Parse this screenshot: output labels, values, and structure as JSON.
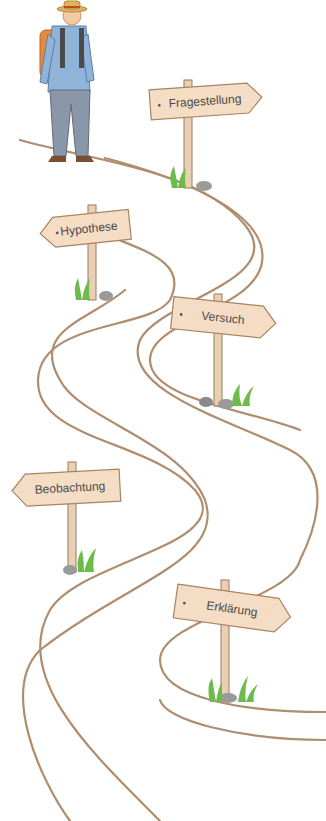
{
  "diagram": {
    "nodes": [
      {
        "text": [
          "Fragestellung"
        ]
      },
      {
        "text": [
          "Hypothese"
        ]
      },
      {
        "text": [
          "Versuch"
        ]
      },
      {
        "text": [
          "Beobachtung"
        ]
      },
      {
        "text": [
          "Erklärung"
        ]
      }
    ]
  }
}
